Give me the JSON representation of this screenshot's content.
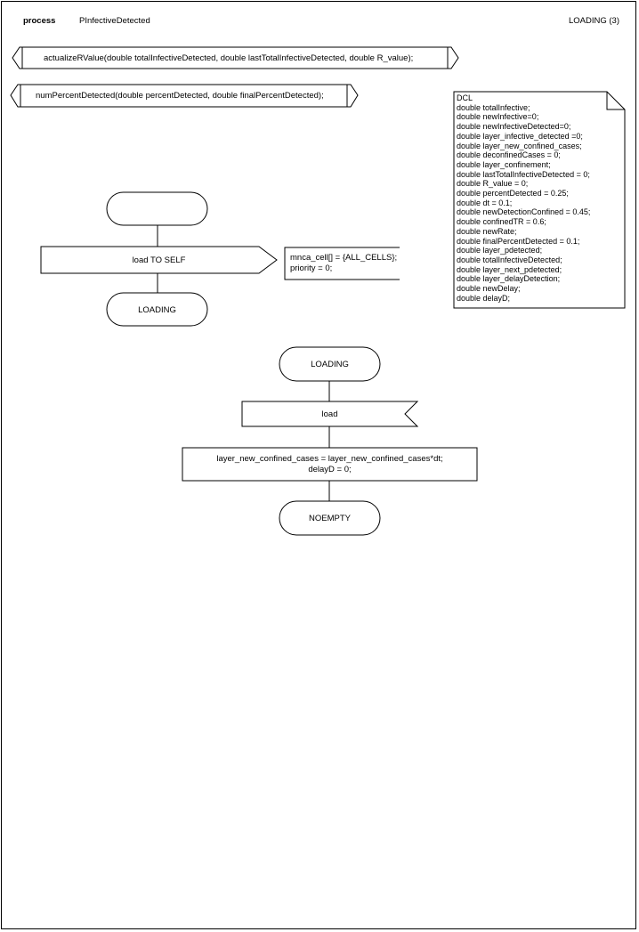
{
  "header": {
    "keyword": "process",
    "process_name": "PInfectiveDetected",
    "page_label": "LOADING (3)"
  },
  "procedures": [
    "actualizeRValue(double totalInfectiveDetected, double lastTotalInfectiveDetected, double R_value);",
    "numPercentDetected(double percentDetected, double finalPercentDetected);"
  ],
  "dcl": {
    "title": "DCL",
    "lines": [
      "double totalInfective;",
      "double newInfective=0;",
      "double newInfectiveDetected=0;",
      "double layer_infective_detected =0;",
      "double layer_new_confined_cases;",
      "double deconfinedCases = 0;",
      "double layer_confinement;",
      "double lastTotalInfectiveDetected = 0;",
      "double R_value = 0;",
      "double percentDetected = 0.25;",
      "double dt = 0.1;",
      "double newDetectionConfined = 0.45;",
      "double confinedTR = 0.6;",
      "double newRate;",
      "double finalPercentDetected = 0.1;",
      "double layer_pdetected;",
      "double totalInfectiveDetected;",
      "double layer_next_pdetected;",
      "double layer_delayDetection;",
      "double newDelay;",
      "double delayD;"
    ]
  },
  "start_flow": {
    "start_label": "",
    "output_signal": "load TO SELF",
    "output_comment": [
      "mnca_cell[] = {ALL_CELLS};",
      "priority = 0;"
    ],
    "next_state": "LOADING"
  },
  "loading_flow": {
    "state": "LOADING",
    "input_signal": "load",
    "task_lines": [
      "layer_new_confined_cases = layer_new_confined_cases*dt;",
      "delayD = 0;"
    ],
    "next_state": "NOEMPTY"
  }
}
